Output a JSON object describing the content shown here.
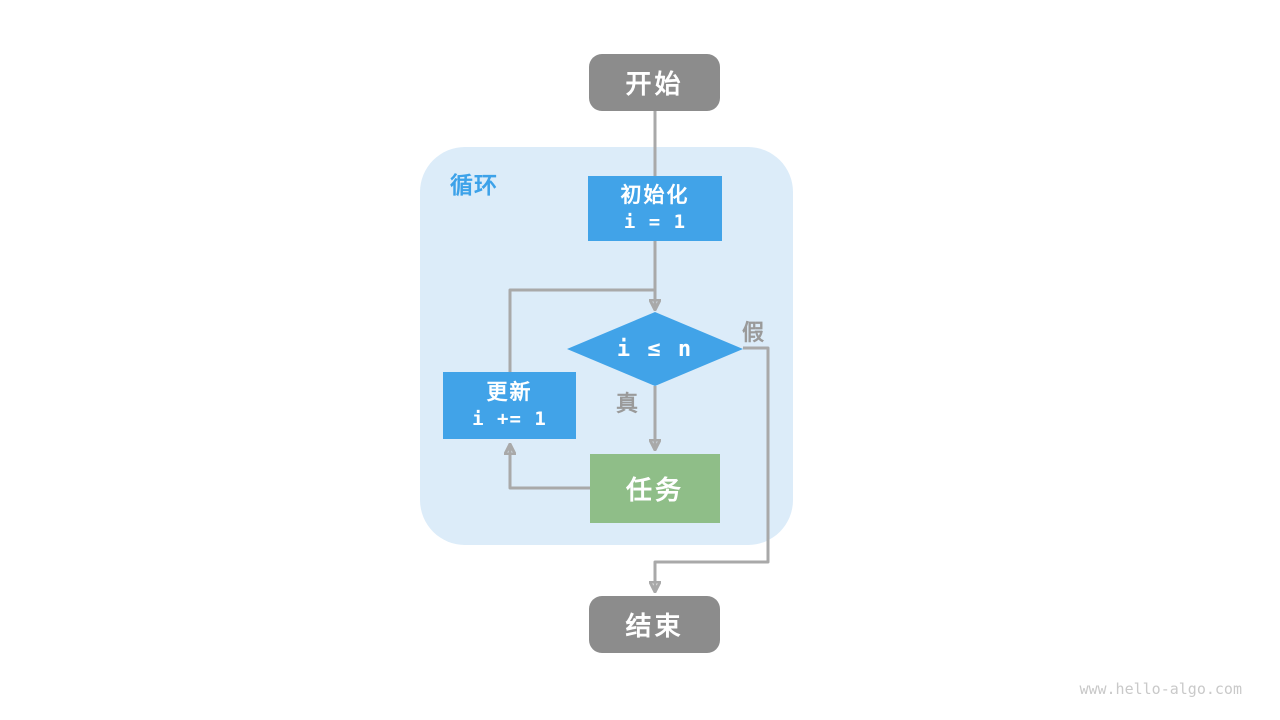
{
  "diagram": {
    "loop_label": "循环",
    "nodes": {
      "start": {
        "label": "开始"
      },
      "init": {
        "title": "初始化",
        "code": "i = 1"
      },
      "condition": {
        "code": "i ≤ n"
      },
      "update": {
        "title": "更新",
        "code": "i += 1"
      },
      "task": {
        "label": "任务"
      },
      "end": {
        "label": "结束"
      }
    },
    "edge_labels": {
      "true": "真",
      "false": "假"
    }
  },
  "watermark": "www.hello-algo.com",
  "theme": {
    "node-blue": "#41a3e8",
    "node-green": "#8fbe88",
    "node-gray": "#8c8c8c",
    "loop-bg": "#dcecf9",
    "loop-label": "#3da2e9",
    "edge-gray": "#a9a9a9",
    "edge-label": "#9a9a9a",
    "watermark-color": "#c9c9c9"
  }
}
